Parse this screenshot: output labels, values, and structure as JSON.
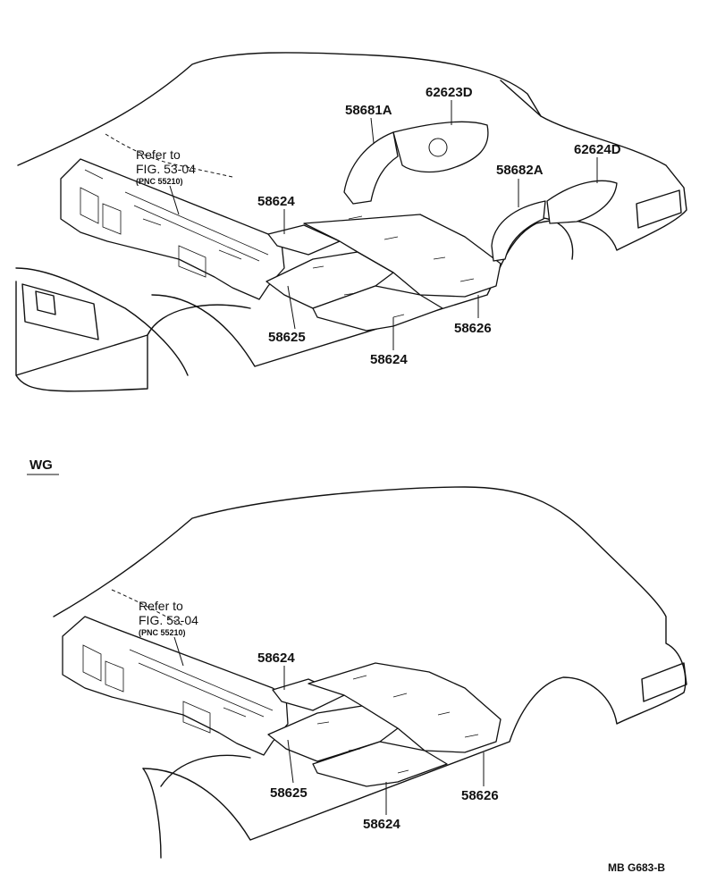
{
  "top_view": {
    "ref_line1": "Refer to",
    "ref_line2": "FIG. 53-04",
    "ref_line3": "(PNC 55210)",
    "parts": {
      "p58681A": "58681A",
      "p62623D": "62623D",
      "p58682A": "58682A",
      "p62624D": "62624D",
      "p58624_upper": "58624",
      "p58625": "58625",
      "p58624_lower": "58624",
      "p58626": "58626"
    }
  },
  "bottom_view": {
    "variant": "WG",
    "ref_line1": "Refer to",
    "ref_line2": "FIG. 53-04",
    "ref_line3": "(PNC 55210)",
    "parts": {
      "p58624_upper": "58624",
      "p58625": "58625",
      "p58624_lower": "58624",
      "p58626": "58626"
    }
  },
  "figure_code": "MB G683-B"
}
